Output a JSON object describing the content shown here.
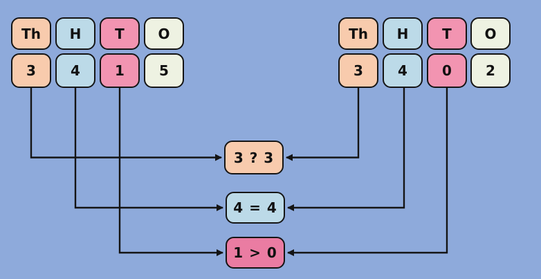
{
  "colors": {
    "background": "#8EAADB",
    "peach": "#F8CBAD",
    "blue": "#BCDAE8",
    "pink": "#F294B1",
    "pink_dark": "#EA7CA2",
    "cream": "#EEF2E2",
    "outline": "#151515",
    "arrow": "#141414",
    "text": "#111111"
  },
  "left_number": {
    "value": "3415",
    "headers": [
      "Th",
      "H",
      "T",
      "O"
    ],
    "digits": [
      "3",
      "4",
      "1",
      "5"
    ]
  },
  "right_number": {
    "value": "3402",
    "headers": [
      "Th",
      "H",
      "T",
      "O"
    ],
    "digits": [
      "3",
      "4",
      "0",
      "2"
    ]
  },
  "comparisons": [
    {
      "label": "3 ? 3"
    },
    {
      "label": "4 = 4"
    },
    {
      "label": "1 > 0"
    }
  ],
  "connections": [
    {
      "from": "left-digit-thousands",
      "to": "comparison-thousands-box"
    },
    {
      "from": "left-digit-hundreds",
      "to": "comparison-hundreds-box"
    },
    {
      "from": "left-digit-tens",
      "to": "comparison-tens-box"
    },
    {
      "from": "right-digit-thousands",
      "to": "comparison-thousands-box"
    },
    {
      "from": "right-digit-hundreds",
      "to": "comparison-hundreds-box"
    },
    {
      "from": "right-digit-tens",
      "to": "comparison-tens-box"
    }
  ]
}
